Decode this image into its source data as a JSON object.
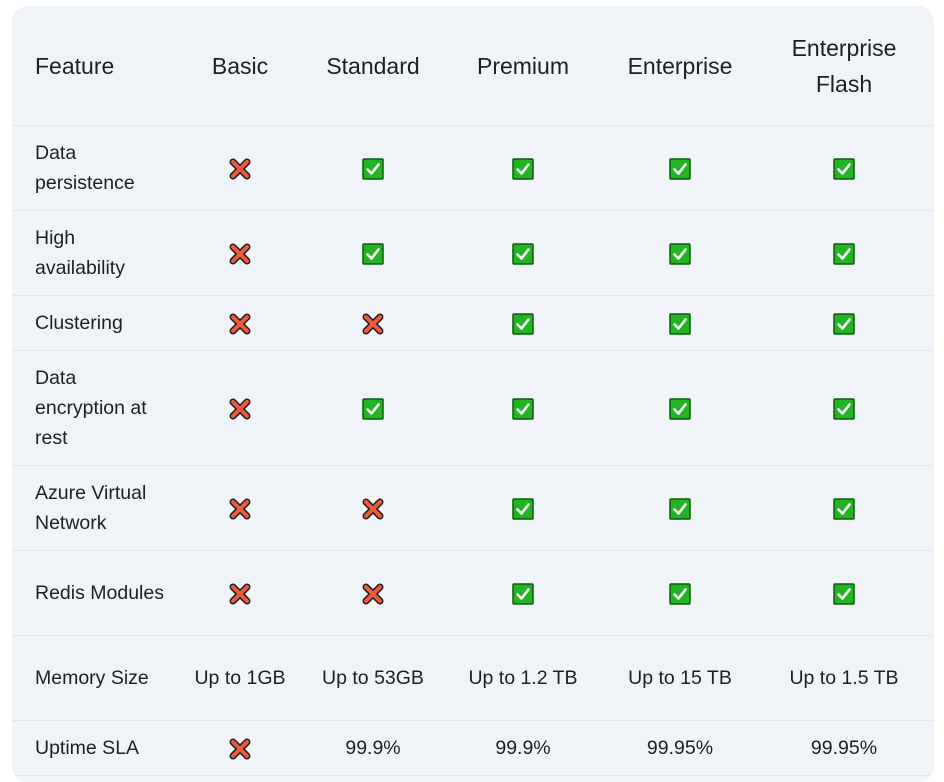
{
  "colors": {
    "background": "#f0f4f9",
    "check_fill": "#22b422",
    "check_stroke": "#0a5c0a",
    "cross_fill": "#f05a3c",
    "text": "#1f1f1f"
  },
  "table": {
    "headers": [
      "Feature",
      "Basic",
      "Standard",
      "Premium",
      "Enterprise",
      "Enterprise Flash"
    ],
    "rows": [
      {
        "feature": "Data persistence",
        "cells": [
          "cross-icon",
          "check-icon",
          "check-icon",
          "check-icon",
          "check-icon"
        ]
      },
      {
        "feature": "High availability",
        "cells": [
          "cross-icon",
          "check-icon",
          "check-icon",
          "check-icon",
          "check-icon"
        ]
      },
      {
        "feature": "Clustering",
        "cells": [
          "cross-icon",
          "cross-icon",
          "check-icon",
          "check-icon",
          "check-icon"
        ]
      },
      {
        "feature": "Data encryption at rest",
        "cells": [
          "cross-icon",
          "check-icon",
          "check-icon",
          "check-icon",
          "check-icon"
        ]
      },
      {
        "feature": "Azure Virtual Network",
        "cells": [
          "cross-icon",
          "cross-icon",
          "check-icon",
          "check-icon",
          "check-icon"
        ]
      },
      {
        "feature": "Redis Modules",
        "cells": [
          "cross-icon",
          "cross-icon",
          "check-icon",
          "check-icon",
          "check-icon"
        ]
      },
      {
        "feature": "Memory Size",
        "cells": [
          "Up to 1GB",
          "Up to 53GB",
          "Up to 1.2 TB",
          "Up to 15 TB",
          "Up to 1.5 TB"
        ]
      },
      {
        "feature": "Uptime SLA",
        "cells": [
          "cross-icon",
          "99.9%",
          "99.9%",
          "99.95%",
          "99.95%"
        ]
      }
    ]
  }
}
